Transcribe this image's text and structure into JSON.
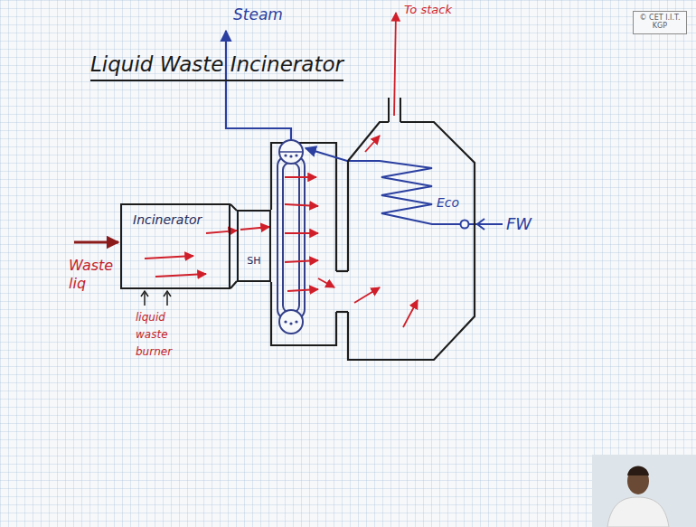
{
  "diagram": {
    "title": "Liquid Waste Incinerator",
    "nodes": [
      {
        "text": [
          "© CET I.I.T. KGP"
        ]
      },
      {
        "text": [
          "Incinerator"
        ]
      },
      {
        "text": [
          "SH"
        ]
      },
      {
        "text": [
          "Eco"
        ]
      }
    ],
    "labels": [
      "Steam",
      "To stack",
      "Waste liq",
      "liquid waste burner",
      "FW"
    ]
  }
}
